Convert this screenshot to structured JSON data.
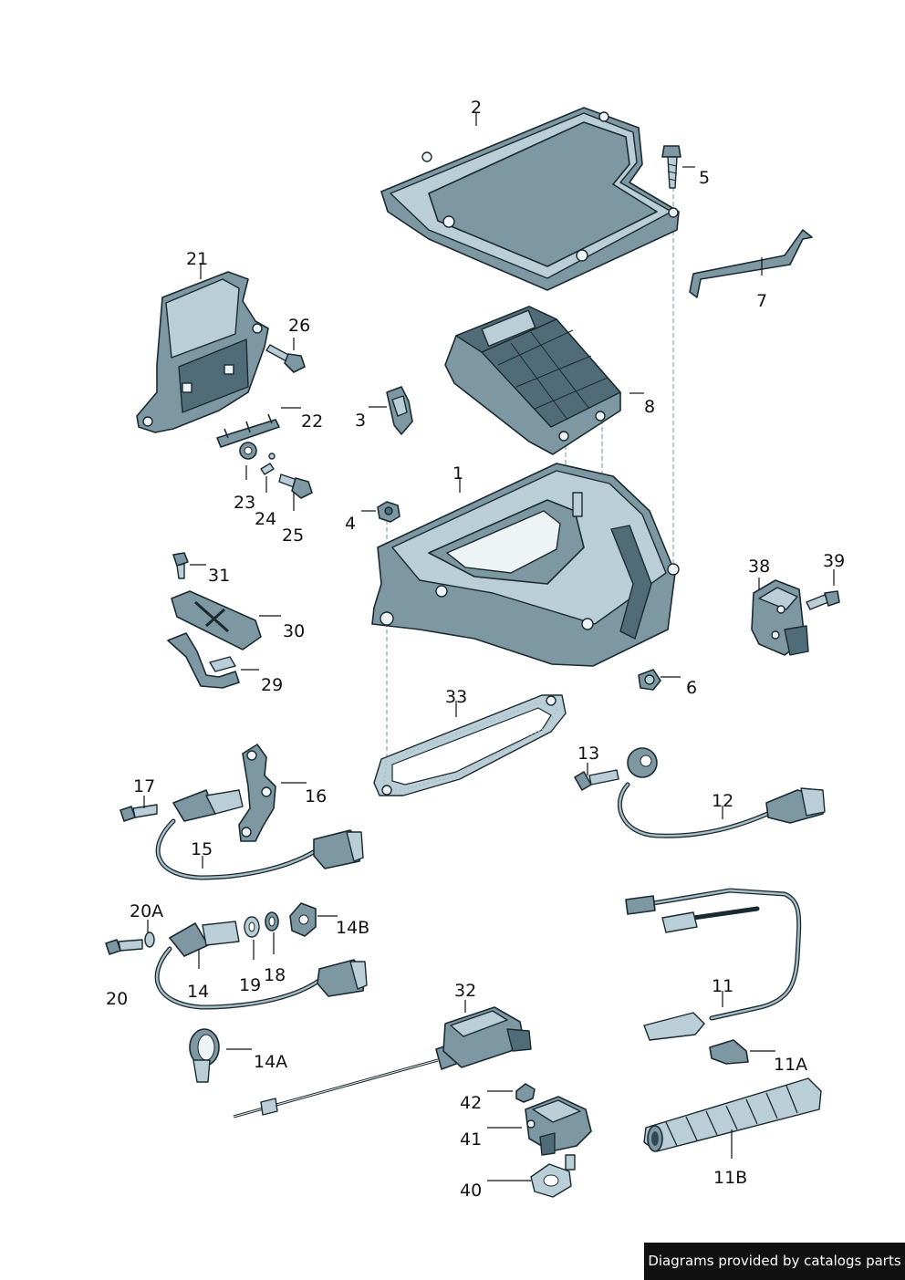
{
  "callouts": [
    "1",
    "2",
    "3",
    "4",
    "5",
    "6",
    "7",
    "8",
    "11",
    "11A",
    "11B",
    "12",
    "13",
    "14",
    "14A",
    "14B",
    "15",
    "16",
    "17",
    "18",
    "19",
    "20",
    "20A",
    "21",
    "22",
    "23",
    "24",
    "25",
    "26",
    "29",
    "30",
    "31",
    "32",
    "33",
    "38",
    "39",
    "40",
    "41",
    "42"
  ],
  "credit": "Diagrams provided by catalogs parts",
  "colors": {
    "part": "#7d98a3",
    "part_light": "#b9ced6",
    "outline": "#1b2a30",
    "guide_line": "#7f9aa6"
  }
}
